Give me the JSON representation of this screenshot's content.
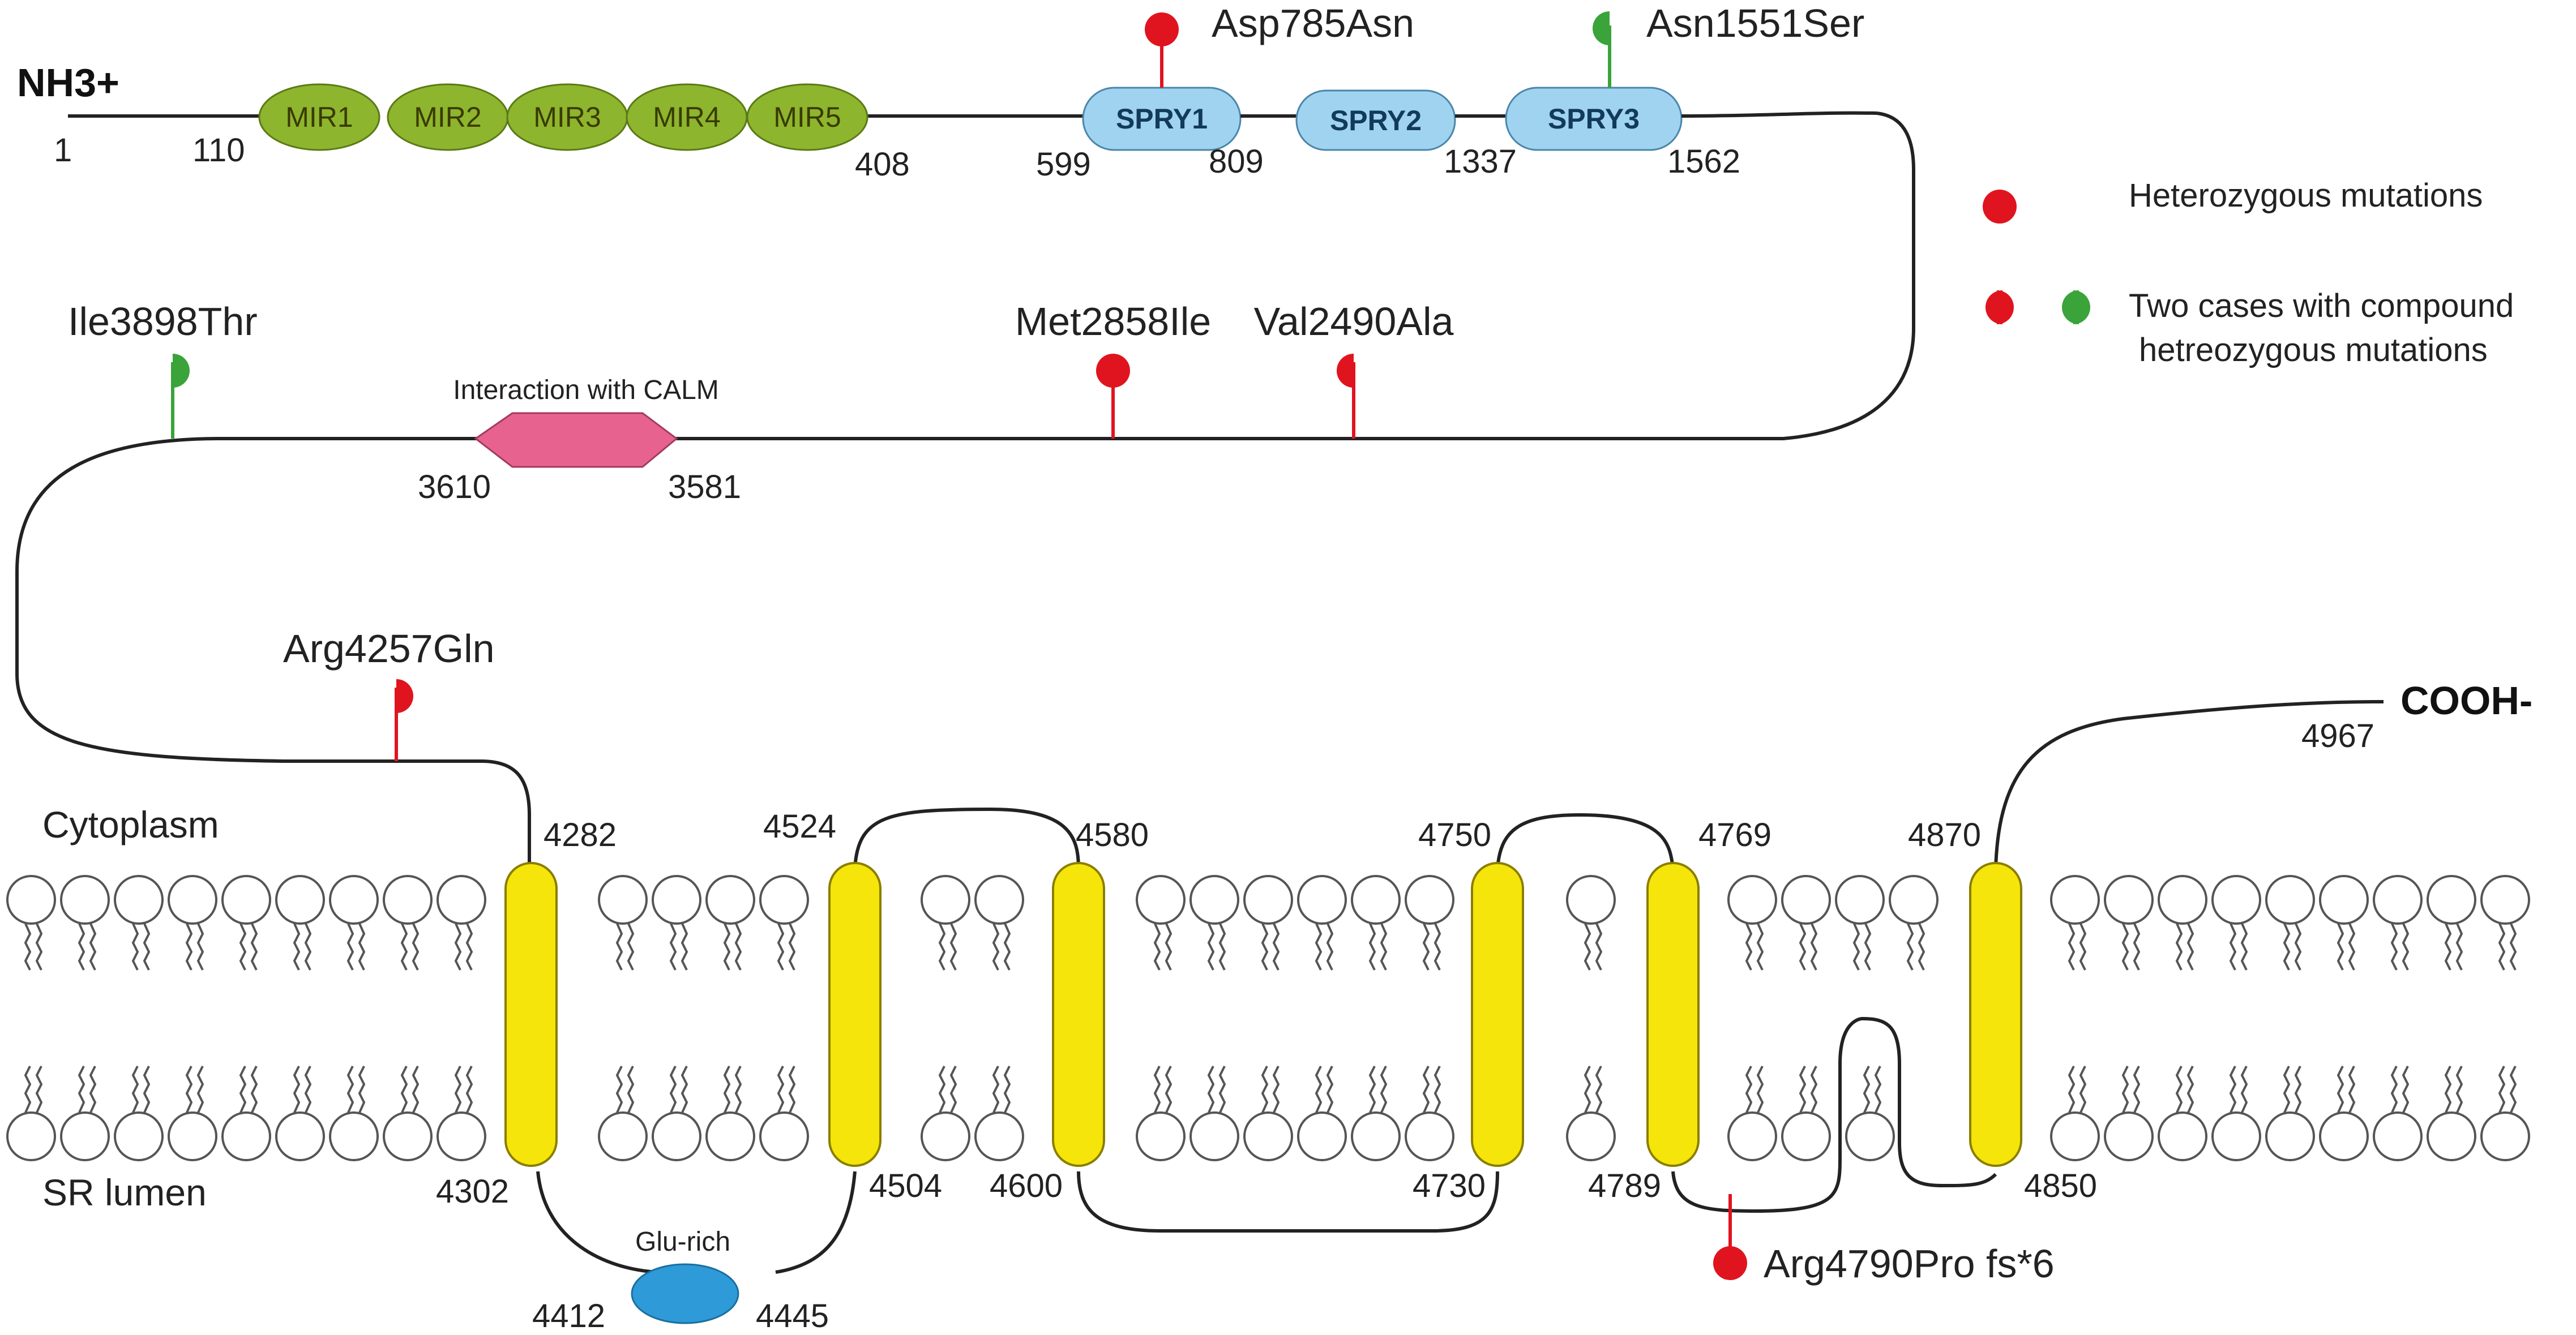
{
  "termini": {
    "n": "NH3+",
    "c": "COOH-"
  },
  "positions": {
    "p1": "1",
    "p110": "110",
    "p408": "408",
    "p599": "599",
    "p809": "809",
    "p1337": "1337",
    "p1562": "1562",
    "p3610": "3610",
    "p3581": "3581",
    "p4282": "4282",
    "p4302": "4302",
    "p4412": "4412",
    "p4445": "4445",
    "p4504": "4504",
    "p4524": "4524",
    "p4580": "4580",
    "p4600": "4600",
    "p4730": "4730",
    "p4750": "4750",
    "p4769": "4769",
    "p4789": "4789",
    "p4850": "4850",
    "p4870": "4870",
    "p4967": "4967"
  },
  "domains": {
    "mir": [
      "MIR1",
      "MIR2",
      "MIR3",
      "MIR4",
      "MIR5"
    ],
    "spry": [
      "SPRY1",
      "SPRY2",
      "SPRY3"
    ],
    "calm": "Interaction with CALM",
    "glu": "Glu-rich"
  },
  "mutations": {
    "asp785": "Asp785Asn",
    "asn1551": "Asn1551Ser",
    "ile3898": "Ile3898Thr",
    "met2858": "Met2858Ile",
    "val2490": "Val2490Ala",
    "arg4257": "Arg4257Gln",
    "arg4790": "Arg4790Pro fs*6"
  },
  "regions": {
    "cyto": "Cytoplasm",
    "lumen": "SR lumen"
  },
  "legend": {
    "het": "Heterozygous mutations",
    "compound_line1": "Two cases with compound",
    "compound_line2": "hetreozygous mutations"
  },
  "colors": {
    "red": "#e0141f",
    "green": "#3aa33a",
    "mir": "#8db52e",
    "spry": "#9fd3ef",
    "calm": "#e8628f",
    "glu": "#2e9ad8",
    "tm": "#f5e50a"
  }
}
